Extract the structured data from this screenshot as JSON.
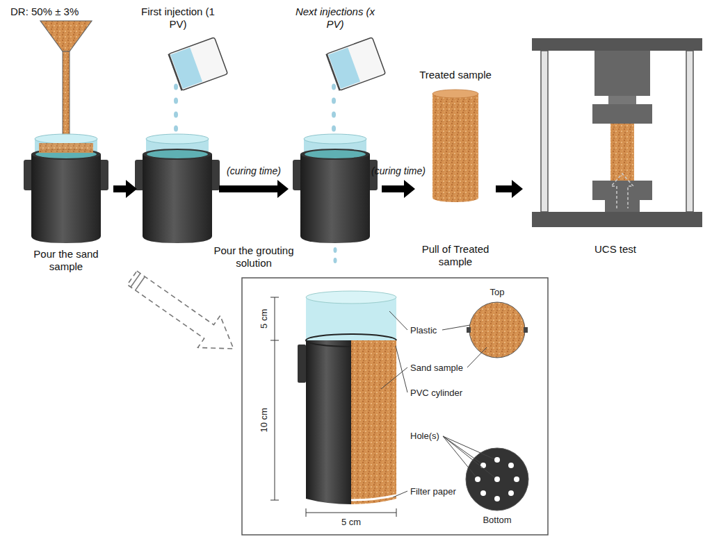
{
  "diagram": {
    "nodes": [
      {
        "text": [
          "DR: 50% ± 3%",
          "Pour the sand sample"
        ]
      },
      {
        "text": [
          "First injection (1 PV)"
        ]
      },
      {
        "text": [
          "Next injections (x PV)"
        ]
      },
      {
        "text": [
          "Treated sample",
          "Pull of Treated sample"
        ]
      },
      {
        "text": [
          "UCS test"
        ]
      }
    ],
    "edges": [
      {
        "from": 0,
        "to": 1,
        "arrow": "to"
      },
      {
        "from": 1,
        "to": 2,
        "arrow": "to",
        "label": "(curing time)"
      },
      {
        "from": 2,
        "to": 3,
        "arrow": "to",
        "label": "(curing time)"
      },
      {
        "from": 3,
        "to": 4,
        "arrow": "to"
      }
    ],
    "labels": [
      "Pour the grouting solution",
      "5 cm",
      "10 cm",
      "5 cm",
      "Top",
      "Plastic",
      "Sand sample",
      "PVC cylinder",
      "Hole(s)",
      "Filter paper",
      "Bottom"
    ]
  }
}
